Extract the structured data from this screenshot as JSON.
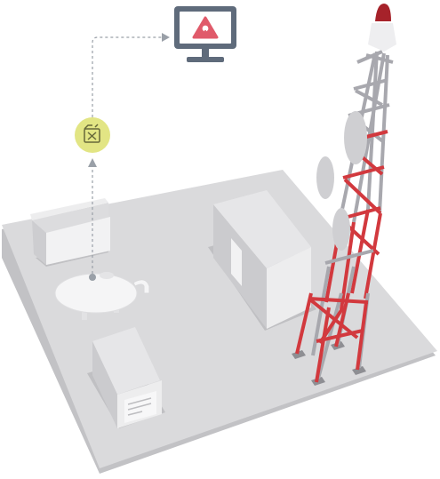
{
  "scene": {
    "monitor": {
      "icon": "alert-triangle-icon"
    },
    "sensor_badge": {
      "icon": "fuel-can-icon"
    },
    "flow": {
      "from": "fuel-tank",
      "to": "monitor",
      "style": "dashed-arrow"
    }
  },
  "colors": {
    "background": "#ffffff",
    "platform_top": "#dadadc",
    "platform_side": "#c2c2c5",
    "building_light": "#ededee",
    "building_mid": "#dcdcde",
    "building_dark": "#cbcbce",
    "monitor_frame": "#5f6b7b",
    "alert_red": "#e05a6a",
    "badge_yellow": "#e2e584",
    "badge_icon": "#66683a",
    "tower_red": "#d2393e",
    "tower_gray": "#a8a8ae",
    "dish_gray": "#cfcfd2",
    "connector_gray": "#9aa0a8"
  }
}
